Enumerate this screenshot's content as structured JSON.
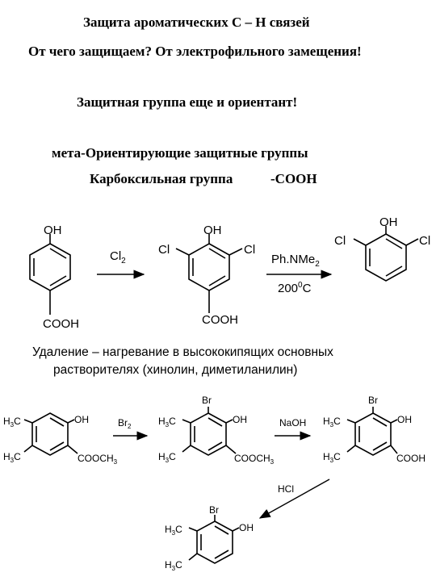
{
  "titles": {
    "main": "Защита ароматических С – Н связей",
    "question": "От чего защищаем? От электрофильного замещения!",
    "orientant": "Защитная группа еще и ориентант!",
    "meta_groups": "мета-Ориентирующие защитные группы",
    "carboxyl_label": "Карбоксильная группа",
    "carboxyl_formula": "-COOH"
  },
  "removal_note": {
    "line1": "Удаление – нагревание в высококипящих основных",
    "line2": "растворителях (хинолин, диметиланилин)"
  },
  "scheme1": {
    "start_oh": "OH",
    "start_cooh": "COOH",
    "reagent1": "Cl",
    "reagent1_sub": "2",
    "mid_oh": "OH",
    "mid_cl_left": "Cl",
    "mid_cl_right": "Cl",
    "mid_cooh": "COOH",
    "reagent2": "Ph.NMe",
    "reagent2_sub": "2",
    "condition2": "200",
    "condition2_sup": "0",
    "condition2_unit": "C",
    "end_oh": "OH",
    "end_cl_left": "Cl",
    "end_cl_right": "Cl"
  },
  "scheme2": {
    "h3c": "H",
    "h3c_sub": "3",
    "h3c_c": "C",
    "oh": "OH",
    "ester": "COOCH",
    "ester_sub": "3",
    "reagent1": "Br",
    "reagent1_sub": "2",
    "br": "Br",
    "reagent2": "NaOH",
    "acid": "COOH",
    "reagent3": "HCl"
  }
}
